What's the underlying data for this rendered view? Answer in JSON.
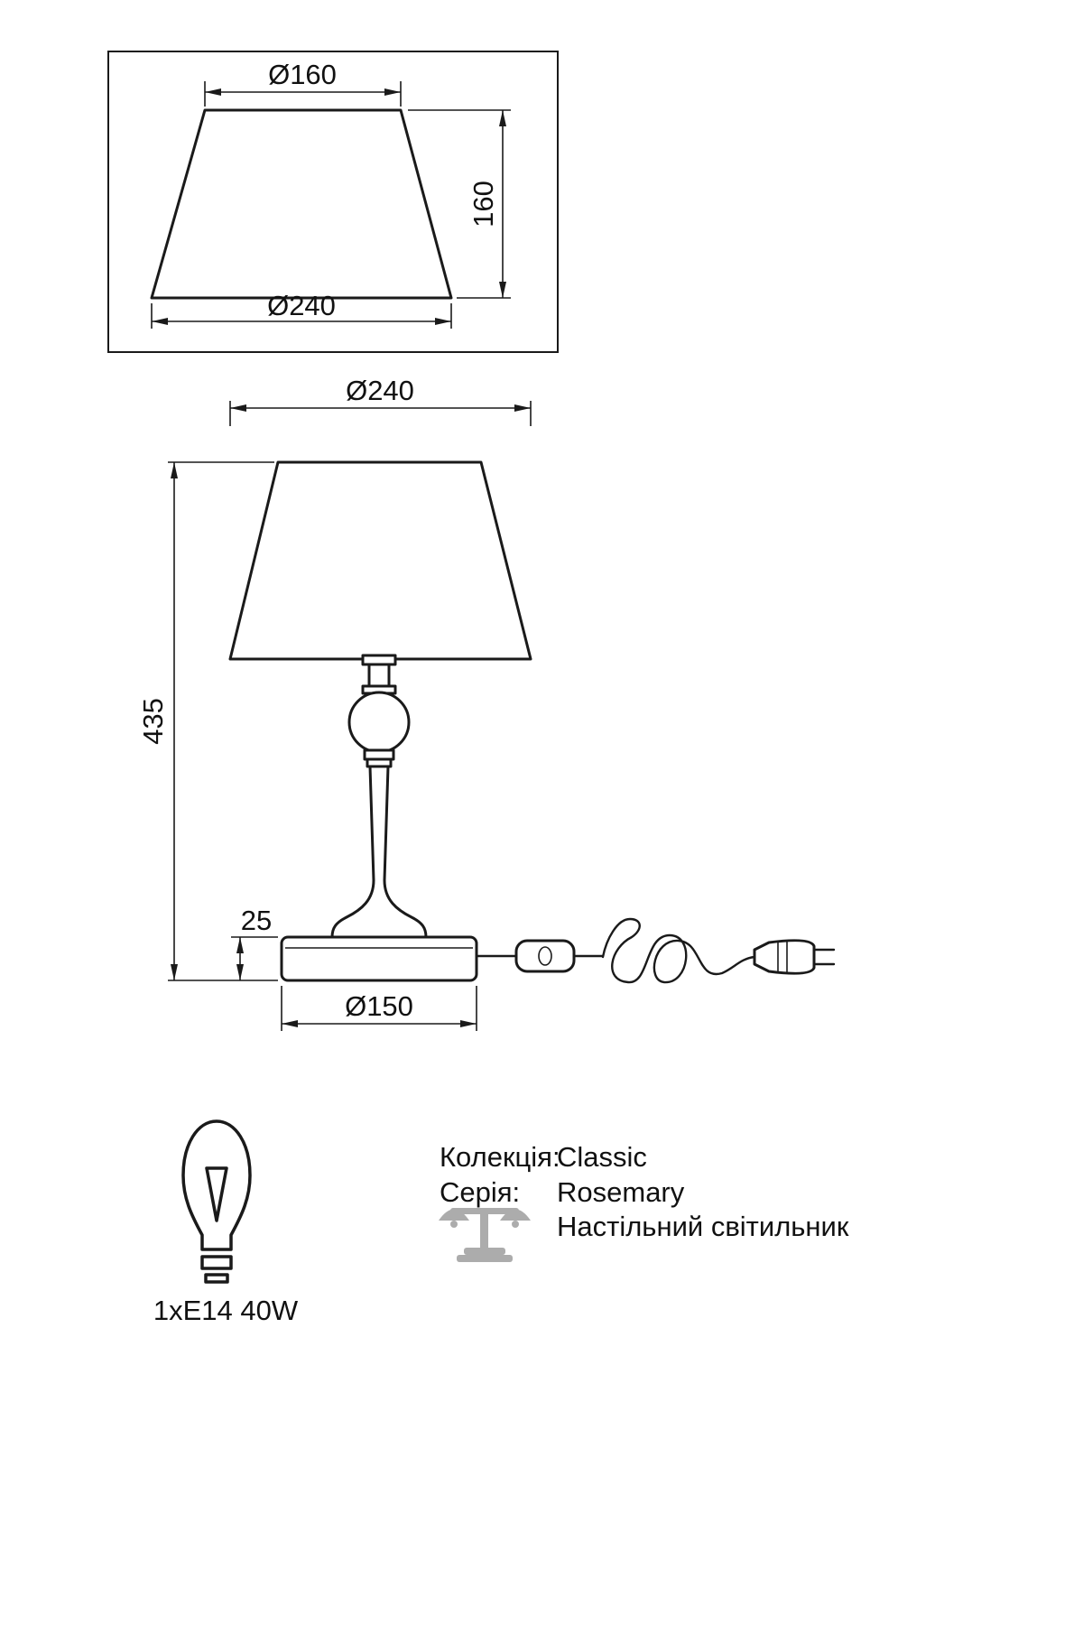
{
  "detail_view": {
    "top_diameter": "Ø160",
    "side_height": "160",
    "bottom_diameter": "Ø240"
  },
  "front_view": {
    "shade_diameter": "Ø240",
    "total_height": "435",
    "base_height": "25",
    "base_diameter": "Ø150"
  },
  "specs": {
    "bulb_label": "1xE14 40W",
    "collection_label": "Колекція:",
    "collection_value": "Classic",
    "series_label": "Серія:",
    "series_value": "Rosemary",
    "product_type": "Настільний світильник"
  },
  "colors": {
    "line": "#1a1a1a",
    "icon_gray": "#9b9b9b",
    "background": "#ffffff"
  }
}
